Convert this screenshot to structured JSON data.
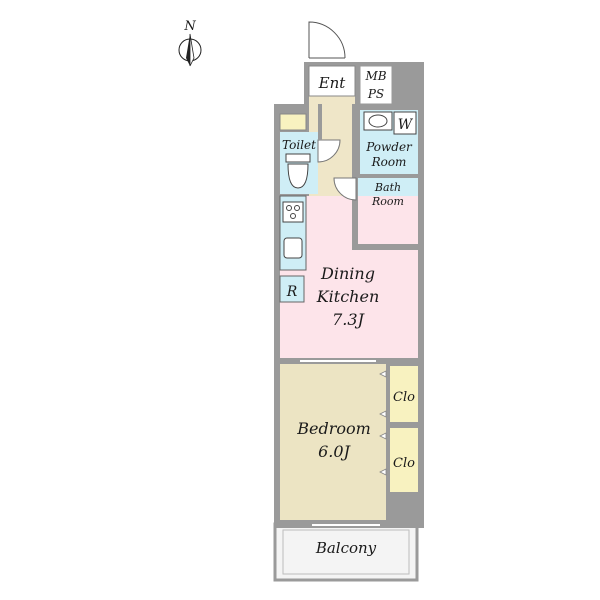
{
  "compass": {
    "label": "N"
  },
  "rooms": {
    "entrance": "Ent",
    "mb": "MB",
    "ps": "PS",
    "washer": "W",
    "toilet": "Toilet",
    "powder_1": "Powder",
    "powder_2": "Room",
    "bath_1": "Bath",
    "bath_2": "Room",
    "refrigerator": "R",
    "dining_1": "Dining",
    "dining_2": "Kitchen",
    "dining_3": "7.3J",
    "bedroom_1": "Bedroom",
    "bedroom_2": "6.0J",
    "closet_1": "Clo",
    "closet_2": "Clo",
    "balcony": "Balcony"
  },
  "colors": {
    "wall": "#9a9a9a",
    "entrance_floor": "#efe6c8",
    "wet_area": "#cfeef6",
    "dining_kitchen": "#fde4ea",
    "bedroom": "#ece4c3",
    "closet": "#f8f2c0",
    "balcony": "#f4f4f4"
  }
}
